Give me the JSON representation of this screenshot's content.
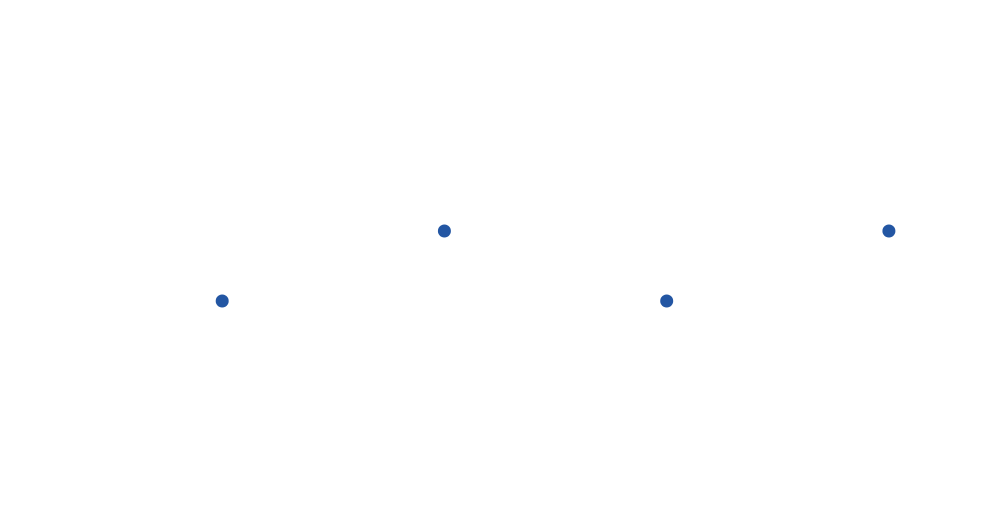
{
  "chart_data": {
    "type": "scatter",
    "x": [
      1,
      2,
      3,
      4
    ],
    "y": [
      1,
      2,
      1,
      2
    ],
    "xlim": [
      0,
      4.5
    ],
    "ylim": [
      -2.2,
      5.3
    ],
    "grid": false,
    "axes_visible": false,
    "legend": "none",
    "marker_color": "#2356a3"
  }
}
